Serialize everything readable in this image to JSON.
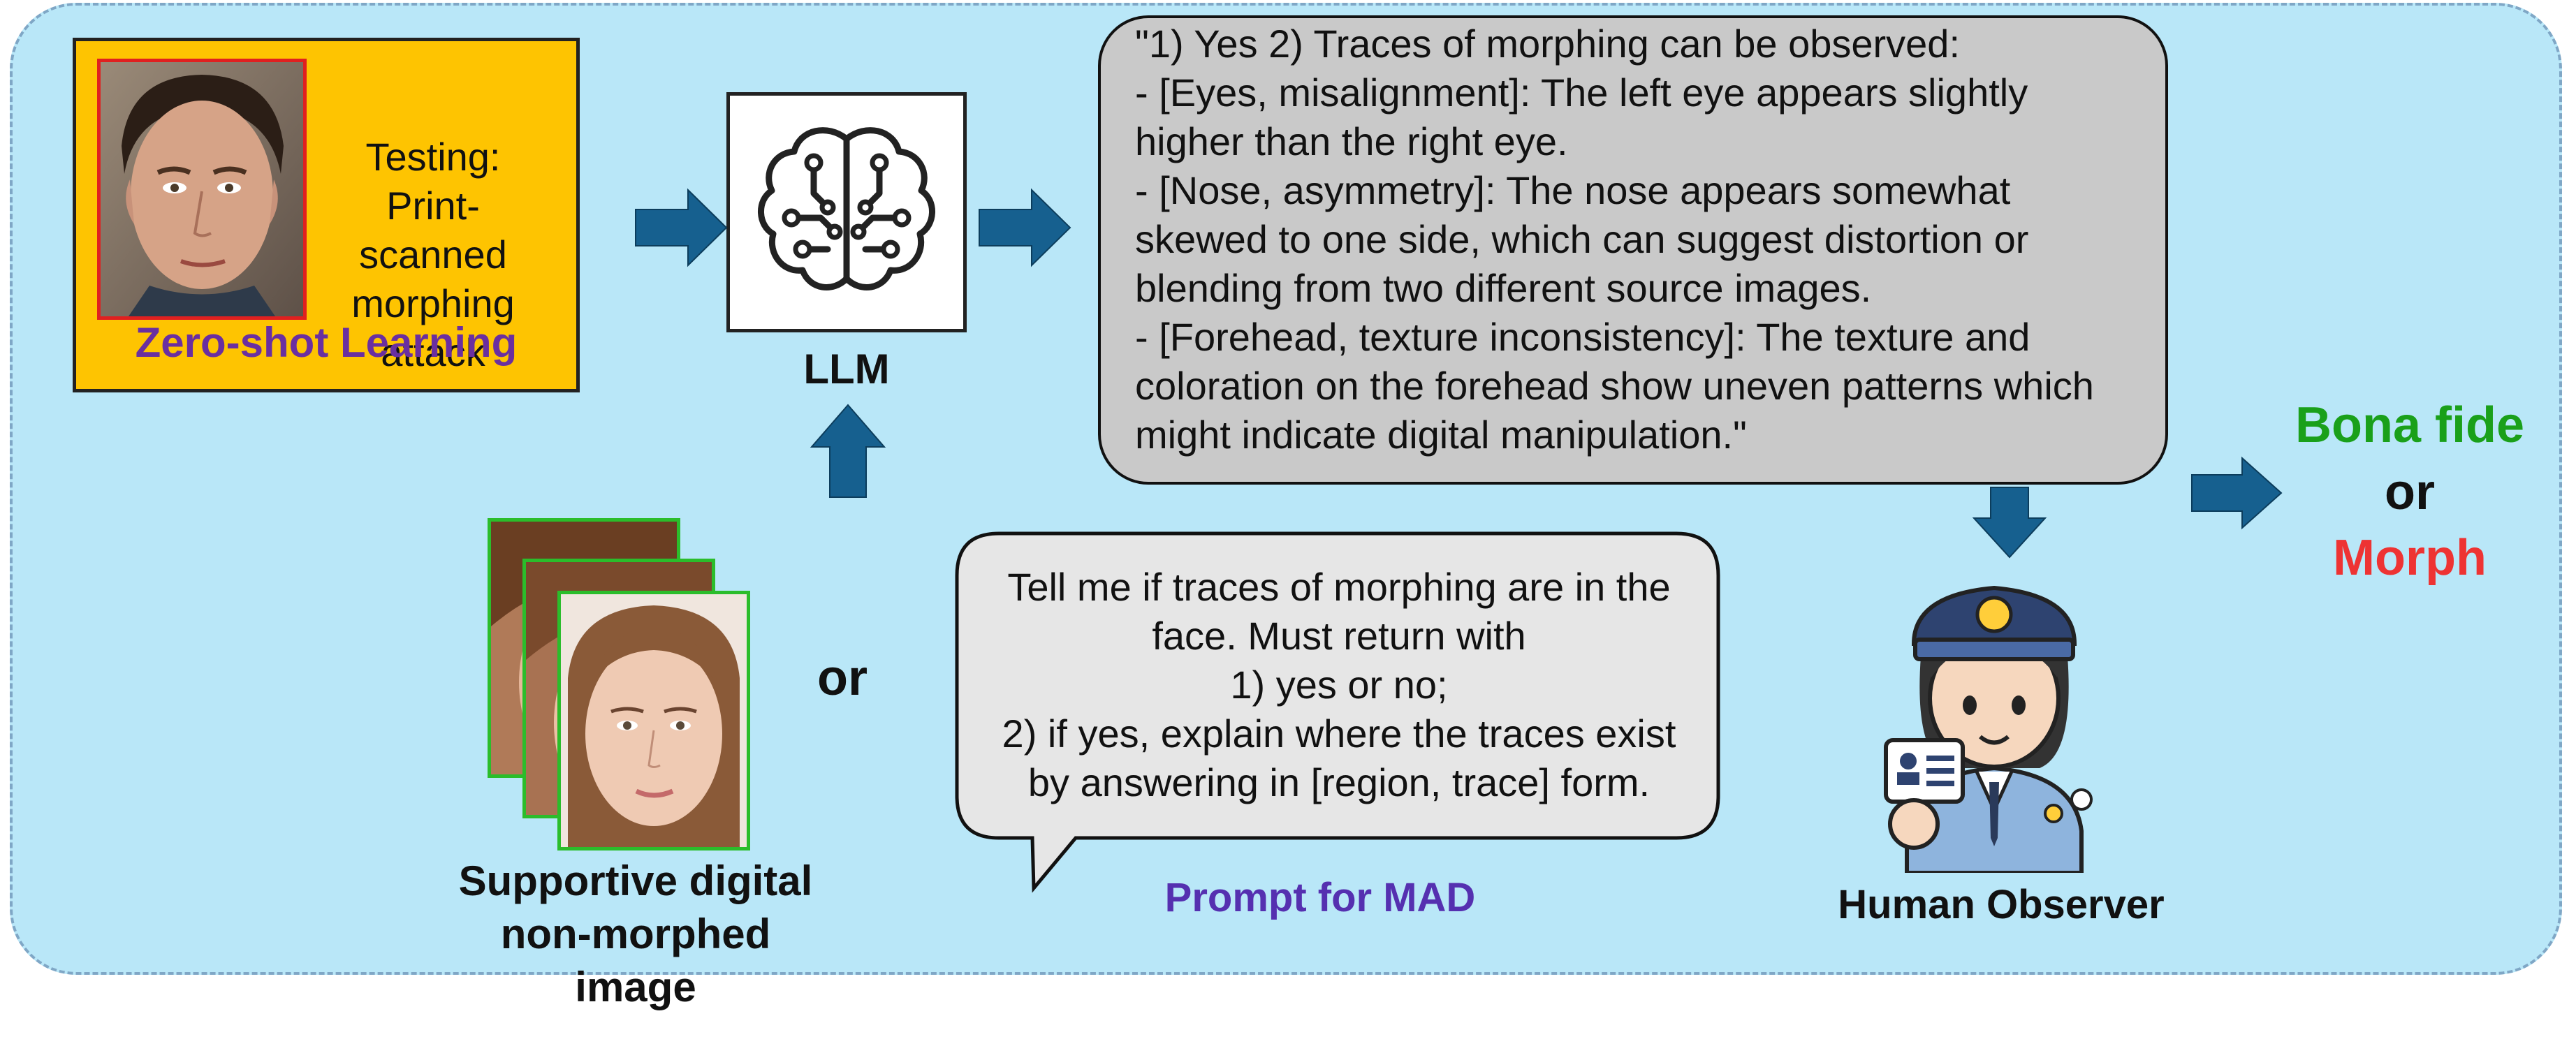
{
  "test_panel": {
    "label": "Testing: Print-scanned morphing attack",
    "label_lines": [
      "Testing: Print-",
      "scanned",
      "morphing attack"
    ],
    "title": "Zero-shot Learning"
  },
  "llm": {
    "label": "LLM",
    "icon": "brain-circuit-icon"
  },
  "output": {
    "lines": [
      "\"1) Yes 2) Traces of morphing can be observed:",
      "- [Eyes, misalignment]: The left eye appears slightly",
      "higher than the right eye.",
      "- [Nose, asymmetry]: The nose appears somewhat",
      "skewed to one side, which can suggest distortion or",
      "blending from two different source images.",
      "- [Forehead, texture inconsistency]: The texture and",
      "coloration on the forehead show uneven patterns which",
      "might indicate digital manipulation.\""
    ]
  },
  "result": {
    "bona_fide": "Bona fide",
    "or": "or",
    "morph": "Morph",
    "colors": {
      "bona_fide": "#1aa01a",
      "morph": "#ee3333"
    }
  },
  "supportive": {
    "label_lines": [
      "Supportive digital",
      "non-morphed image"
    ],
    "or": "or"
  },
  "prompt": {
    "lines": [
      "Tell me if traces of morphing are in the",
      "face. Must return with",
      "1) yes or no;",
      "2) if yes, explain where the traces exist",
      "by answering in [region, trace] form."
    ],
    "label": "Prompt for MAD"
  },
  "observer": {
    "label": "Human Observer",
    "icon": "police-officer-icon"
  },
  "colors": {
    "arrow": "#16608f",
    "panel": "#b9e7f8",
    "test_box": "#fec401"
  }
}
